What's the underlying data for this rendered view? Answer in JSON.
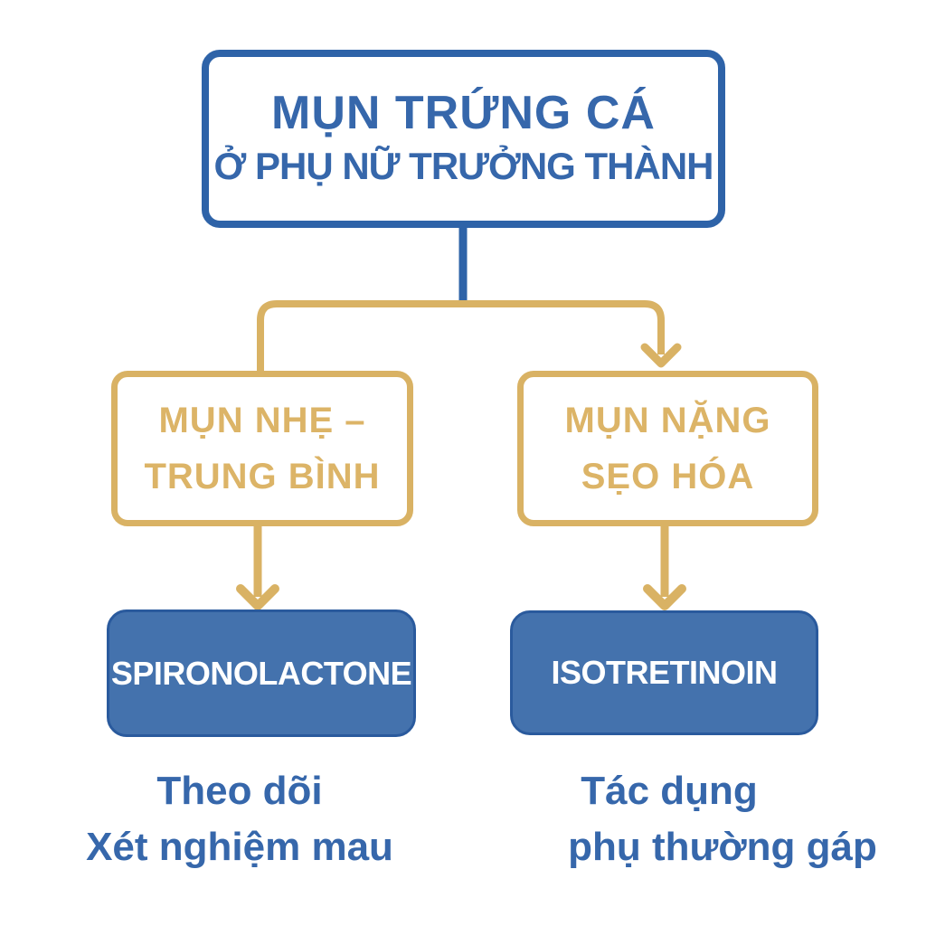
{
  "palette": {
    "blue": "#2e63a8",
    "blue-fill": "#4472ad",
    "blue-dark": "#2a5a9d",
    "text-blue": "#3667ab",
    "gold": "#d9b264",
    "gold-text": "#dcb467"
  },
  "flowchart": {
    "root": {
      "line1": "MỤN TRỨNG CÁ",
      "line2": "Ở PHỤ NỮ TRƯỞNG THÀNH"
    },
    "branches": [
      {
        "condition": {
          "line1": "MỤN NHẸ –",
          "line2": "TRUNG BÌNH"
        },
        "treatment": "SPIRONOLACTONE",
        "note": {
          "line1": "Theo dõi",
          "line2": "Xét nghiệm mau"
        }
      },
      {
        "condition": {
          "line1": "MỤN NẶNG",
          "line2": "SẸO HÓA"
        },
        "treatment": "ISOTRETINOIN",
        "note": {
          "line1": "Tác dụng",
          "line2": "phụ thường gáp"
        }
      }
    ]
  }
}
